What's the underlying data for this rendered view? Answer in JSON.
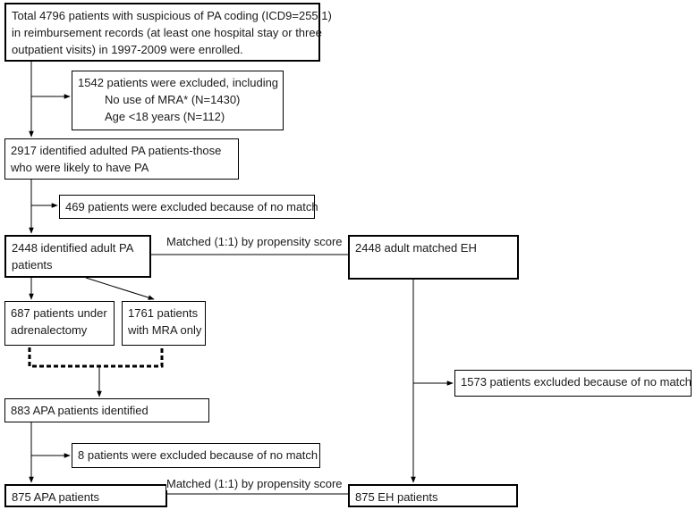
{
  "boxes": {
    "enrolled": {
      "lines": [
        "Total 4796 patients with suspicious of PA coding (ICD9=255.1)",
        "in reimbursement records (at least one hospital stay or three",
        "outpatient visits) in 1997-2009 were enrolled."
      ]
    },
    "excluded_first": {
      "title": "1542 patients were excluded, including",
      "items": [
        "No use of MRA* (N=1430)",
        "Age <18 years  (N=112)"
      ]
    },
    "identified_pa": {
      "lines": [
        "2917 identified adulted PA patients-those",
        "who were likely to have PA"
      ]
    },
    "excluded_no_match_1": {
      "text": "469 patients were excluded because of no match"
    },
    "adult_pa": {
      "lines": [
        "2448 identified adult PA",
        "patients"
      ]
    },
    "adult_eh": {
      "text": "2448 adult matched EH"
    },
    "adrenalectomy": {
      "lines": [
        "687 patients under",
        "adrenalectomy"
      ]
    },
    "mra_only": {
      "lines": [
        "1761 patients",
        "with MRA only"
      ]
    },
    "apa_identified": {
      "text": "883 APA patients identified"
    },
    "excluded_no_match_2": {
      "text": "8 patients were excluded because of no match"
    },
    "eh_excluded": {
      "text": "1573 patients excluded because of no match"
    },
    "apa_final": {
      "text": "875 APA patients"
    },
    "eh_final": {
      "text": "875 EH patients"
    }
  },
  "edges": {
    "match_top": "Matched (1:1) by propensity score",
    "match_bottom": "Matched (1:1) by propensity score"
  }
}
